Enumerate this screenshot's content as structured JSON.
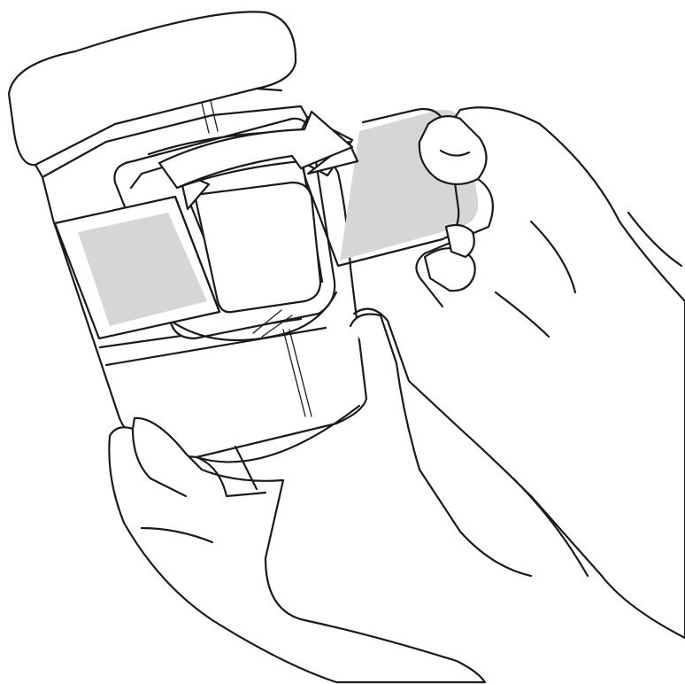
{
  "illustration": {
    "colors": {
      "line": "#1a1a1a",
      "tape_fill": "#d5d6d7",
      "background": "#ffffff"
    },
    "icons": [
      "container",
      "lid",
      "adhesive-tab",
      "pull-direction-arrow",
      "left-hand",
      "right-hand"
    ]
  }
}
